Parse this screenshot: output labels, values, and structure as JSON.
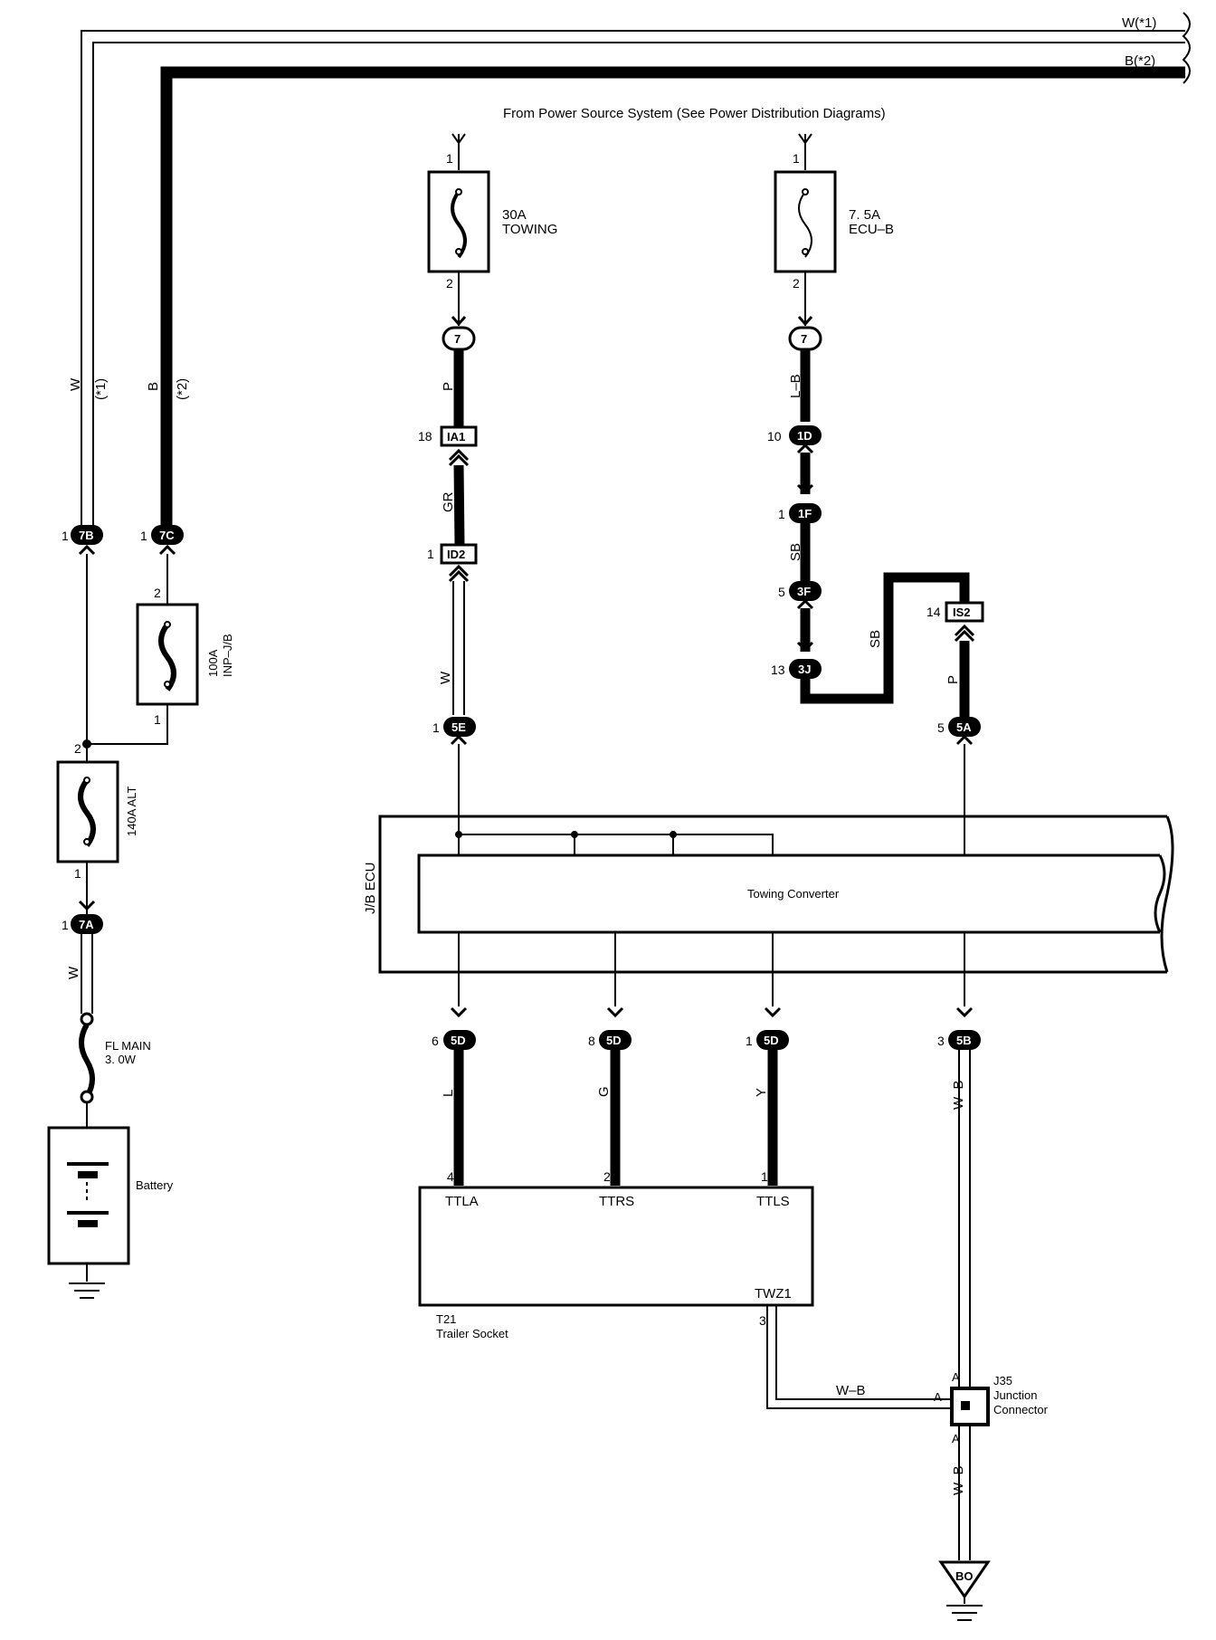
{
  "top_wires": {
    "w_label": "W(*1)",
    "b_label": "B(*2)"
  },
  "power_source_note": "From Power Source System (See Power Distribution Diagrams)",
  "fuses": {
    "towing": {
      "amp": "30A",
      "name": "TOWING",
      "pin_in": "1",
      "pin_out": "2"
    },
    "ecub": {
      "amp": "7. 5A",
      "name": "ECU–B",
      "pin_in": "1",
      "pin_out": "2"
    },
    "inpjb": {
      "amp": "100A",
      "name": "INP–J/B",
      "pin_in": "2",
      "pin_out": "1"
    },
    "alt": {
      "name": "140A ALT",
      "pin_in": "2",
      "pin_out": "1"
    },
    "flmain": {
      "name": "FL MAIN",
      "spec": "3. 0W"
    }
  },
  "left_side": {
    "wire_w": "W",
    "wire_w_note": "(*1)",
    "wire_b": "B",
    "wire_b_note": "(*2)",
    "conn_7b": {
      "pin": "1",
      "id": "7B"
    },
    "conn_7c": {
      "pin": "1",
      "id": "7C"
    },
    "conn_7a": {
      "pin": "1",
      "id": "7A"
    },
    "wire_w_lower": "W",
    "battery": "Battery"
  },
  "towing_branch": {
    "conn_top": "7",
    "wire_p": "P",
    "ia1": {
      "pin": "18",
      "id": "IA1"
    },
    "wire_gr": "GR",
    "id2": {
      "pin": "1",
      "id": "ID2"
    },
    "wire_w": "W",
    "conn_5e": {
      "pin": "1",
      "id": "5E"
    }
  },
  "ecub_branch": {
    "conn_top": "7",
    "wire_lb": "L–B",
    "conn_1d": {
      "pin": "10",
      "id": "1D"
    },
    "conn_1f": {
      "pin": "1",
      "id": "1F"
    },
    "wire_sb": "SB",
    "conn_3f": {
      "pin": "5",
      "id": "3F"
    },
    "conn_3j": {
      "pin": "13",
      "id": "3J"
    },
    "wire_sb2": "SB",
    "is2": {
      "pin": "14",
      "id": "IS2"
    },
    "wire_p": "P",
    "conn_5a": {
      "pin": "5",
      "id": "5A"
    }
  },
  "ecu": {
    "label": "J/B ECU",
    "inner": "Towing Converter"
  },
  "outputs": [
    {
      "pin": "6",
      "id": "5D",
      "wire": "L"
    },
    {
      "pin": "8",
      "id": "5D",
      "wire": "G"
    },
    {
      "pin": "1",
      "id": "5D",
      "wire": "Y"
    },
    {
      "pin": "3",
      "id": "5B",
      "wire": "W–B"
    }
  ],
  "socket": {
    "code": "T21",
    "name": "Trailer Socket",
    "pins": [
      {
        "num": "4",
        "name": "TTLA"
      },
      {
        "num": "2",
        "name": "TTRS"
      },
      {
        "num": "1",
        "name": "TTLS"
      }
    ],
    "twz": "TWZ1",
    "twz_pin": "3"
  },
  "junction": {
    "code": "J35",
    "line1": "Junction",
    "line2": "Connector",
    "pin_top": "A",
    "pin_left": "A",
    "pin_bottom": "A",
    "wire_left": "W–B",
    "wire_bottom": "W–B"
  },
  "ground": {
    "label": "BO"
  }
}
